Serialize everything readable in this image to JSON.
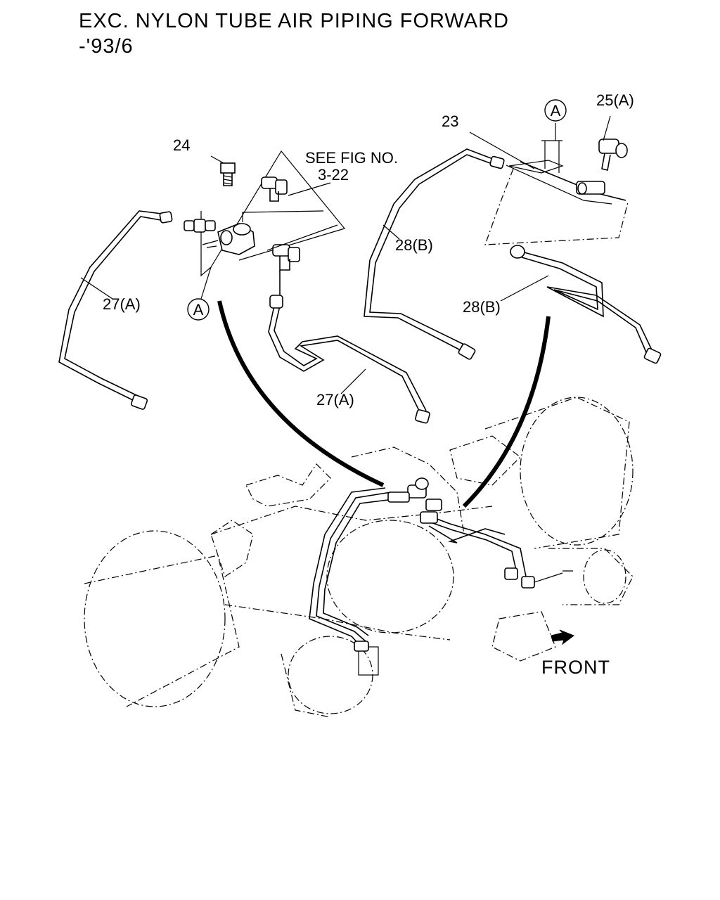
{
  "title": {
    "line1": "EXC. NYLON TUBE AIR PIPING  FORWARD",
    "line2": "-'93/6"
  },
  "labels": {
    "part_24": "24",
    "see_fig_line1": "SEE FIG NO.",
    "see_fig_line2": "3-22",
    "callout_a": "A",
    "part_23": "23",
    "part_25a": "25(A)",
    "part_27a": "27(A)",
    "part_28b": "28(B)",
    "front": "FRONT"
  }
}
